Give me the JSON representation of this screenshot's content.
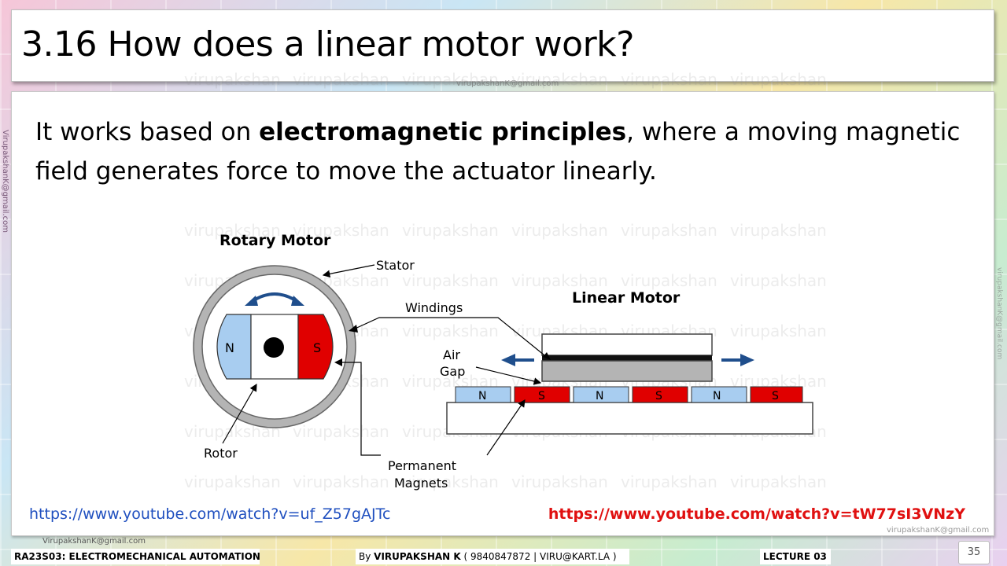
{
  "slide": {
    "title": "3.16 How does a linear motor work?",
    "intro_pre": "It works based on ",
    "intro_bold": "electromagnetic principles",
    "intro_post": ", where a moving magnetic field generates force to move the actuator linearly.",
    "watermark": "virupakshan",
    "watermark_email": "virupakshanK@gmail.com",
    "side_email": "VirupakshanK@gmail.com"
  },
  "diagram": {
    "rotary_title": "Rotary Motor",
    "linear_title": "Linear Motor",
    "label_stator": "Stator",
    "label_windings": "Windings",
    "label_air": "Air",
    "label_gap": "Gap",
    "label_rotor": "Rotor",
    "label_permanent": "Permanent",
    "label_magnets": "Magnets",
    "pole_n": "N",
    "pole_s": "S",
    "colors": {
      "north": "#a8cdf0",
      "south": "#e00000",
      "stator": "#b4b4b4",
      "arrow": "#1f4e8c"
    }
  },
  "links": {
    "left": "https://www.youtube.com/watch?v=uf_Z57gAJTc",
    "right": "https://www.youtube.com/watch?v=tW77sI3VNzY"
  },
  "footer": {
    "course": "RA23S03:   ELECTROMECHANICAL AUTOMATION",
    "by_label": "By ",
    "author": "VIRUPAKSHAN K",
    "contact": " ( 9840847872 | VIRU@KART.LA )",
    "lecture": "LECTURE 03",
    "page": "35",
    "email": "VirupakshanK@gmail.com"
  }
}
